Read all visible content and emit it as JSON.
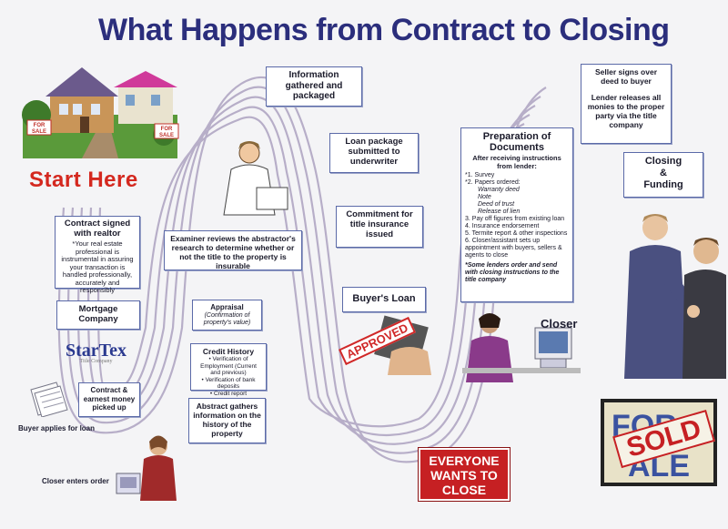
{
  "title": "What Happens from Contract to Closing",
  "start_label": "Start Here",
  "house_signs": {
    "left": "FOR SALE",
    "right": "FOR SALE"
  },
  "contract_box": {
    "heading": "Contract signed with realtor",
    "text": "*Your real estate professional is instrumental in assuring your transaction is handled professionally, accurately and responsibly"
  },
  "mortgage_box": {
    "heading": "Mortgage Company"
  },
  "logo": {
    "name": "StarTex",
    "sub": "Title Company"
  },
  "earnest_box": {
    "heading": "Contract & earnest money picked up"
  },
  "buyer_applies_label": "Buyer applies for loan",
  "closer_enters_label": "Closer enters order",
  "examiner_box": {
    "heading": "Examiner reviews the abstractor's research to determine whether or not the title to the property is insurable"
  },
  "appraisal_box": {
    "heading": "Appraisal",
    "note": "(Confirmation of property's value)"
  },
  "credit_box": {
    "heading": "Credit History",
    "items": [
      "• Verification of Employment (Current and previous)",
      "• Verification of bank deposits",
      "• Credit report"
    ]
  },
  "abstract_box": {
    "heading": "Abstract gathers information on the history of the property"
  },
  "info_box": {
    "heading": "Information gathered and packaged"
  },
  "loan_package_box": {
    "heading": "Loan package submitted to underwriter"
  },
  "commitment_box": {
    "heading": "Commitment for title insurance issued"
  },
  "buyers_loan_box": {
    "heading": "Buyer's Loan"
  },
  "approved_stamp": "APPROVED",
  "everyone_box": {
    "line1": "EVERYONE",
    "line2": "WANTS TO",
    "line3": "CLOSE"
  },
  "prep_box": {
    "heading": "Preparation of Documents",
    "intro": "After receiving instructions from lender:",
    "items": [
      {
        "text": "*1. Survey",
        "indent": false
      },
      {
        "text": "*2. Papers ordered:",
        "indent": false
      },
      {
        "text": "Warranty deed",
        "indent": true
      },
      {
        "text": "Note",
        "indent": true
      },
      {
        "text": "Deed of trust",
        "indent": true
      },
      {
        "text": "Release of lien",
        "indent": true
      },
      {
        "text": "3. Pay off figures from existing loan",
        "indent": false
      },
      {
        "text": "4. Insurance endorsement",
        "indent": false
      },
      {
        "text": "5. Termite report & other inspections",
        "indent": false
      },
      {
        "text": "6. Closer/assistant sets up appointment with buyers, sellers & agents to close",
        "indent": false
      }
    ],
    "footnote": "*Some lenders order and send with closing instructions to the title company"
  },
  "closer_label": "Closer",
  "seller_box": {
    "line1": "Seller signs over deed to buyer",
    "line2": "Lender releases all monies to the proper party via the title company"
  },
  "closing_box": {
    "line1": "Closing",
    "line2": "&",
    "line3": "Funding"
  },
  "sold_sign": {
    "back": "FOR SALE",
    "front": "SOLD"
  },
  "colors": {
    "title": "#2b2e7c",
    "start": "#d4281f",
    "track": "#b7aec8",
    "box_border": "#5b6aa8",
    "red": "#c62023"
  }
}
